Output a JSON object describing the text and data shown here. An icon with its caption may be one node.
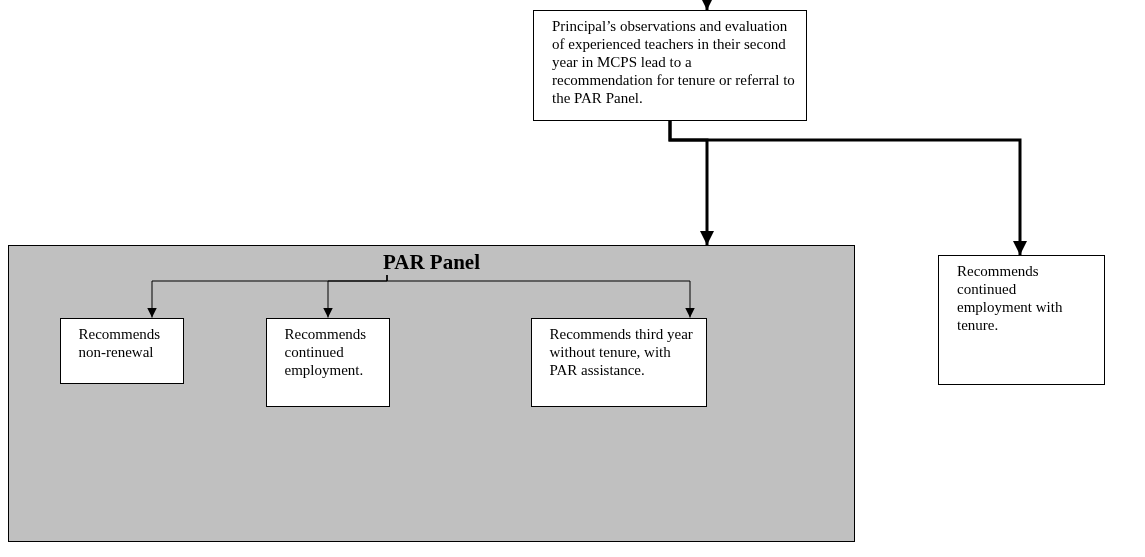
{
  "diagram": {
    "nodes": [
      {
        "text": [
          "Principal’s observations and evaluation of experienced teachers in their second year in MCPS lead to a recommendation for tenure or referral to the PAR Panel."
        ]
      },
      {
        "text": [
          "PAR Panel"
        ]
      },
      {
        "text": [
          "Recommends non-renewal"
        ],
        "in": 1
      },
      {
        "text": [
          "Recommends continued employment."
        ],
        "in": 1
      },
      {
        "text": [
          "Recommends third year without tenure, with PAR assistance."
        ],
        "in": 1
      },
      {
        "text": [
          "Recommends continued employment with tenure."
        ]
      }
    ],
    "edges": [
      {
        "from": null,
        "to": 0,
        "arrow": "to",
        "style": "thick"
      },
      {
        "from": 0,
        "to": 1,
        "arrow": "to",
        "style": "thick"
      },
      {
        "from": 0,
        "to": 5,
        "arrow": "to",
        "style": "thick"
      },
      {
        "from": 1,
        "to": 2,
        "arrow": "to"
      },
      {
        "from": 1,
        "to": 3,
        "arrow": "to"
      },
      {
        "from": 1,
        "to": 4,
        "arrow": "to"
      }
    ]
  }
}
